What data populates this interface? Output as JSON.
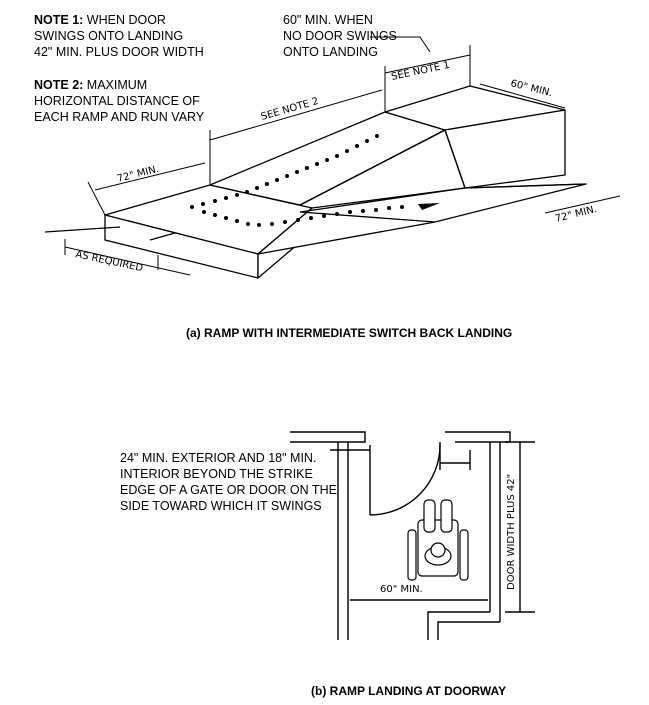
{
  "notes": {
    "note1_label": "NOTE 1:",
    "note1_line1": "WHEN DOOR",
    "note1_line2": "SWINGS ONTO LANDING",
    "note1_line3": "42\" MIN. PLUS DOOR WIDTH",
    "note2_label": "NOTE 2:",
    "note2_line1": "MAXIMUM",
    "note2_line2": "HORIZONTAL DISTANCE OF",
    "note2_line3": "EACH RAMP AND RUN VARY",
    "landing_line1": "60\" MIN. WHEN",
    "landing_line2": "NO DOOR SWINGS",
    "landing_line3": "ONTO LANDING"
  },
  "ramp_dims": {
    "see_note1": "SEE NOTE 1",
    "see_note2": "SEE NOTE 2",
    "min60": "60\"  MIN.",
    "min72_left": "72\"  MIN.",
    "min72_right": "72\"  MIN.",
    "as_required": "AS  REQUIRED"
  },
  "captions": {
    "a": "(a) RAMP WITH INTERMEDIATE SWITCH BACK LANDING",
    "b": "(b) RAMP LANDING AT DOORWAY"
  },
  "doorway": {
    "strike_line1": "24\" MIN. EXTERIOR AND 18\" MIN.",
    "strike_line2": "INTERIOR BEYOND THE STRIKE",
    "strike_line3": "EDGE OF A GATE OR DOOR ON THE",
    "strike_line4": "SIDE TOWARD WHICH IT SWINGS",
    "min60": "60\"  MIN.",
    "door_width": "DOOR  WIDTH  PLUS  42\""
  },
  "icons": [
    "wheelchair-user-icon",
    "arrow-icon"
  ]
}
